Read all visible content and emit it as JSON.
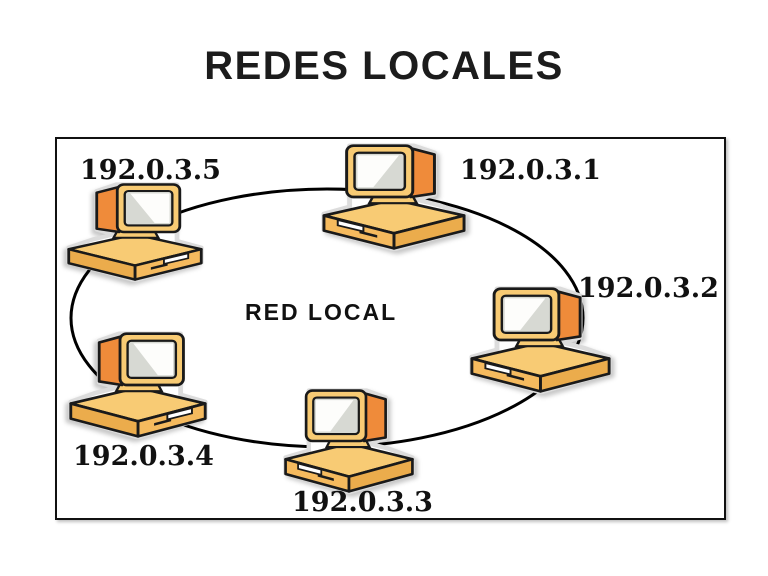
{
  "slide": {
    "title": "REDES LOCALES"
  },
  "diagram": {
    "type": "ring-network-topology",
    "center_label": "RED LOCAL",
    "nodes": [
      {
        "id": "pc1",
        "ip": "192.0.3.1",
        "position": "top",
        "facing": "left"
      },
      {
        "id": "pc2",
        "ip": "192.0.3.2",
        "position": "right",
        "facing": "left"
      },
      {
        "id": "pc3",
        "ip": "192.0.3.3",
        "position": "bottom",
        "facing": "left"
      },
      {
        "id": "pc4",
        "ip": "192.0.3.4",
        "position": "bottom-left",
        "facing": "right"
      },
      {
        "id": "pc5",
        "ip": "192.0.3.5",
        "position": "top-left",
        "facing": "right"
      }
    ],
    "icons": {
      "node_icon": "desktop-computer-icon",
      "ring_shape": "ellipse"
    },
    "colors": {
      "ring": "#000000",
      "box_border": "#111111",
      "computer_body": "#F8CB74",
      "computer_accent_orange": "#EF8B3A",
      "computer_base_front": "#F5BA5E",
      "screen_gray": "#D7D9D3",
      "text": "#111111",
      "background": "#FFFFFF"
    }
  }
}
